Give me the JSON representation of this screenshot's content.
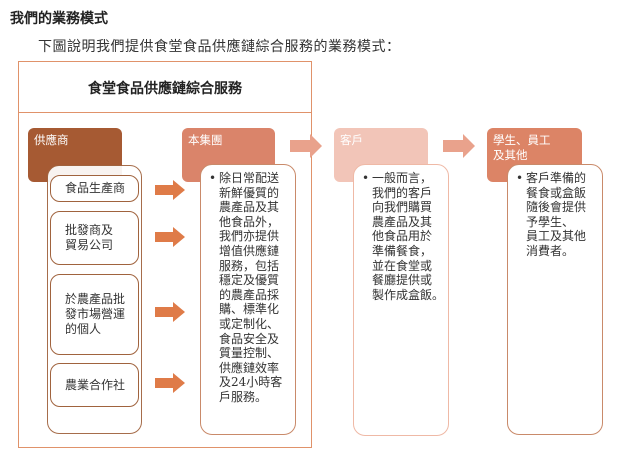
{
  "heading": "我們的業務模式",
  "intro": "下圖說明我們提供食堂食品供應鏈綜合服務的業務模式：",
  "diagram": {
    "title": "食堂食品供應鏈綜合服務",
    "colors": {
      "supplier": "#a65a33",
      "group": "#da846a",
      "customer": "#f2c5b8",
      "end": "#dc8466",
      "arrow_small": "#df7b48",
      "arrow_big": "#e9a28c",
      "border": "#e0926a"
    },
    "suppliers": {
      "label": "供應商",
      "items": [
        "食品生產商",
        "批發商及\n貿易公司",
        "於農產品批\n發市場營運\n的個人",
        "農業合作社"
      ]
    },
    "group": {
      "label": "本集團",
      "text": "除日常配送\n新鮮優質的\n農產品及其\n他食品外，\n我們亦提供\n增值供應鏈\n服務，包括\n穩定及優質\n的農產品採\n購、標準化\n或定制化、\n食品安全及\n質量控制、\n供應鏈效率\n及24小時客\n戶服務。"
    },
    "customers": {
      "label": "客戶",
      "text": "一般而言，\n我們的客戶\n向我們購買\n農產品及其\n他食品用於\n準備餐食，\n並在食堂或\n餐廳提供或\n製作成盒飯。"
    },
    "end_users": {
      "label": "學生、員工\n及其他",
      "text": "客戶準備的\n餐食或盒飯\n隨後會提供\n予學生、\n員工及其他\n消費者。"
    }
  }
}
